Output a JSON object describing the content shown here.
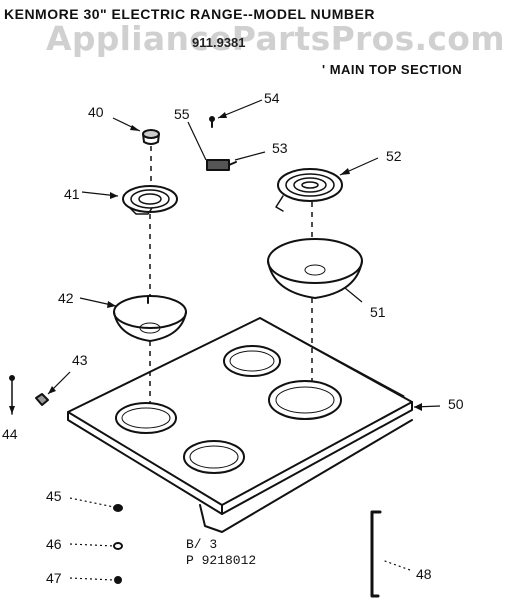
{
  "header": {
    "title": "KENMORE 30\" ELECTRIC RANGE--MODEL NUMBER",
    "model_number": "911.9381",
    "section": "' MAIN TOP SECTION"
  },
  "watermark": "AppliancePartsPros.com",
  "parts": [
    {
      "id": "40",
      "label": "40"
    },
    {
      "id": "41",
      "label": "41"
    },
    {
      "id": "42",
      "label": "42"
    },
    {
      "id": "43",
      "label": "43"
    },
    {
      "id": "44",
      "label": "44"
    },
    {
      "id": "45",
      "label": "45"
    },
    {
      "id": "46",
      "label": "46"
    },
    {
      "id": "47",
      "label": "47"
    },
    {
      "id": "48",
      "label": "48"
    },
    {
      "id": "50",
      "label": "50"
    },
    {
      "id": "51",
      "label": "51"
    },
    {
      "id": "52",
      "label": "52"
    },
    {
      "id": "53",
      "label": "53"
    },
    {
      "id": "54",
      "label": "54"
    },
    {
      "id": "55",
      "label": "55"
    }
  ],
  "reference": {
    "line1": "B/ 3",
    "line2": "P 9218012"
  }
}
